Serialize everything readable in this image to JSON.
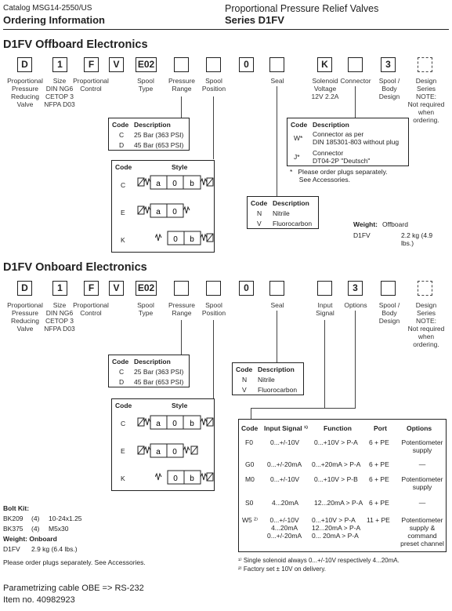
{
  "header": {
    "catalog": "Catalog MSG14-2550/US",
    "ordering": "Ordering Information",
    "title": "Proportional Pressure Relief Valves",
    "series": "Series D1FV"
  },
  "offboard": {
    "title": "D1FV Offboard Electronics",
    "boxes": [
      "D",
      "1",
      "F",
      "V",
      "E02",
      "",
      "",
      "0",
      "",
      "K",
      "",
      "3",
      ""
    ],
    "labels": {
      "proportional_valve": "Proportional\nPressure\nReducing\nValve",
      "size": "Size\nDIN NG6\nCETOP 3\nNFPA D03",
      "control": "Proportional\nControl",
      "spool_type": "Spool\nType",
      "pressure_range": "Pressure\nRange",
      "spool_position": "Spool\nPosition",
      "seal": "Seal",
      "solenoid_voltage": "Solenoid\nVoltage\n12V 2.2A",
      "connector": "Connector",
      "spool_body": "Spool /\nBody\nDesign",
      "design_series": "Design\nSeries\nNOTE:\nNot required\nwhen\nordering."
    },
    "pressure_table": {
      "head_code": "Code",
      "head_desc": "Description",
      "rows": [
        [
          "C",
          "25 Bar (363 PSI)"
        ],
        [
          "D",
          "45 Bar (653 PSI)"
        ]
      ]
    },
    "style_table": {
      "head_code": "Code",
      "head_style": "Style",
      "rows": [
        "C",
        "E",
        "K"
      ]
    },
    "seal_table": {
      "head_code": "Code",
      "head_desc": "Description",
      "rows": [
        [
          "N",
          "Nitrile"
        ],
        [
          "V",
          "Fluorocarbon"
        ]
      ]
    },
    "connector_table": {
      "head_code": "Code",
      "head_desc": "Description",
      "rows": [
        [
          "W*",
          "Connector as per\nDIN 185301-803 without plug"
        ],
        [
          "J*",
          "Connector\nDT04-2P \"Deutsch\""
        ]
      ]
    },
    "connector_note": "*   Please order plugs separately.\n     See Accessories.",
    "weight_label": "Weight:",
    "weight_type": "Offboard",
    "weight_model": "D1FV",
    "weight_value": "2.2 kg (4.9\nlbs.)"
  },
  "onboard": {
    "title": "D1FV Onboard Electronics",
    "boxes": [
      "D",
      "1",
      "F",
      "V",
      "E02",
      "",
      "",
      "0",
      "",
      "",
      "3",
      ""
    ],
    "labels": {
      "proportional_valve": "Proportional\nPressure\nReducing\nValve",
      "size": "Size\nDIN NG6\nCETOP 3\nNFPA D03",
      "control": "Proportional\nControl",
      "spool_type": "Spool\nType",
      "pressure_range": "Pressure\nRange",
      "spool_position": "Spool\nPosition",
      "seal": "Seal",
      "input_signal": "Input\nSignal",
      "options": "Options",
      "spool_body": "Spool /\nBody\nDesign",
      "design_series": "Design\nSeries\nNOTE:\nNot required\nwhen\nordering."
    },
    "pressure_table": {
      "head_code": "Code",
      "head_desc": "Description",
      "rows": [
        [
          "C",
          "25 Bar (363 PSI)"
        ],
        [
          "D",
          "45 Bar (653 PSI)"
        ]
      ]
    },
    "seal_table": {
      "head_code": "Code",
      "head_desc": "Description",
      "rows": [
        [
          "N",
          "Nitrile"
        ],
        [
          "V",
          "Fluorocarbon"
        ]
      ]
    },
    "style_table": {
      "head_code": "Code",
      "head_style": "Style",
      "rows": [
        "C",
        "E",
        "K"
      ]
    },
    "options_table": {
      "headers": [
        "Code",
        "Input Signal ¹⁾",
        "Function",
        "Port",
        "Options"
      ],
      "rows": [
        [
          "F0",
          "0...+/-10V",
          "0...+10V > P-A",
          "6 + PE",
          "Potentiometer\nsupply"
        ],
        [
          "G0",
          "0...+/-20mA",
          "0...+20mA > P-A",
          "6 + PE",
          "—"
        ],
        [
          "M0",
          "0...+/-10V",
          "0...+10V > P-B",
          "6 + PE",
          "Potentiometer\nsupply"
        ],
        [
          "S0",
          "4...20mA",
          "12...20mA > P-A",
          "6 + PE",
          "—"
        ],
        [
          "W5 ²⁾",
          "0...+/-10V\n4...20mA\n0...+/-20mA",
          "0...+10V > P-A\n12...20mA > P-A\n0... 20mA > P-A",
          "11 + PE",
          "Potentiometer\nsupply &\ncommand\npreset channel"
        ]
      ]
    },
    "footnote1": "¹⁾ Single solenoid always 0...+/-10V respectively 4...20mA.",
    "footnote2": "²⁾ Factory set ± 10V on delivery.",
    "bolt_kit_label": "Bolt Kit:",
    "bolt_rows": [
      [
        "BK209",
        "(4)",
        "10-24x1.25"
      ],
      [
        "BK375",
        "(4)",
        "M5x30"
      ]
    ],
    "weight_label": "Weight: Onboard",
    "weight_model": "D1FV",
    "weight_value": "2.9 kg (6.4 lbs.)",
    "plugs_note": "Please order plugs separately. See Accessories."
  },
  "cable": {
    "line1": "Parametrizing cable OBE => RS-232",
    "line2": "Item no. 40982923"
  },
  "symbol_letters": [
    "a",
    "0",
    "b"
  ]
}
